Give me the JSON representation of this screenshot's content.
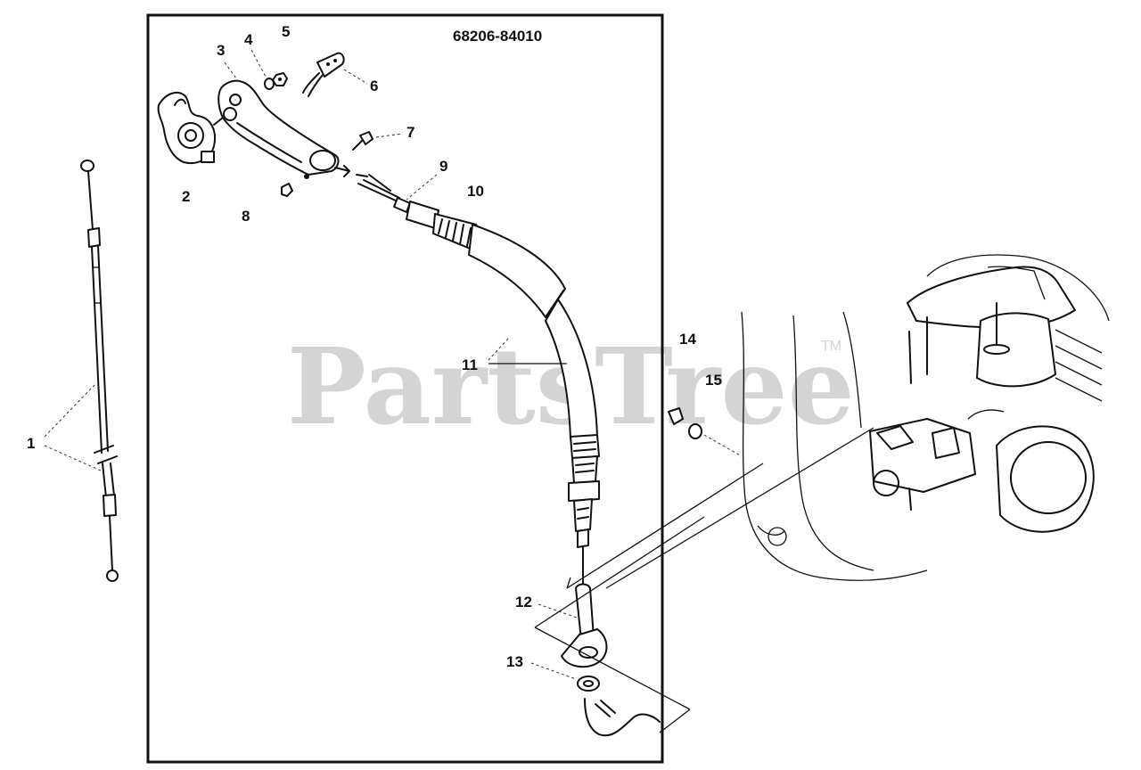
{
  "part_number": "68206-84010",
  "watermark": "PartsTree",
  "trademark": "TM",
  "callouts": {
    "c1": "1",
    "c2": "2",
    "c3": "3",
    "c4": "4",
    "c5": "5",
    "c6": "6",
    "c7": "7",
    "c8": "8",
    "c9": "9",
    "c10": "10",
    "c11": "11",
    "c12": "12",
    "c13": "13",
    "c14": "14",
    "c15": "15"
  }
}
